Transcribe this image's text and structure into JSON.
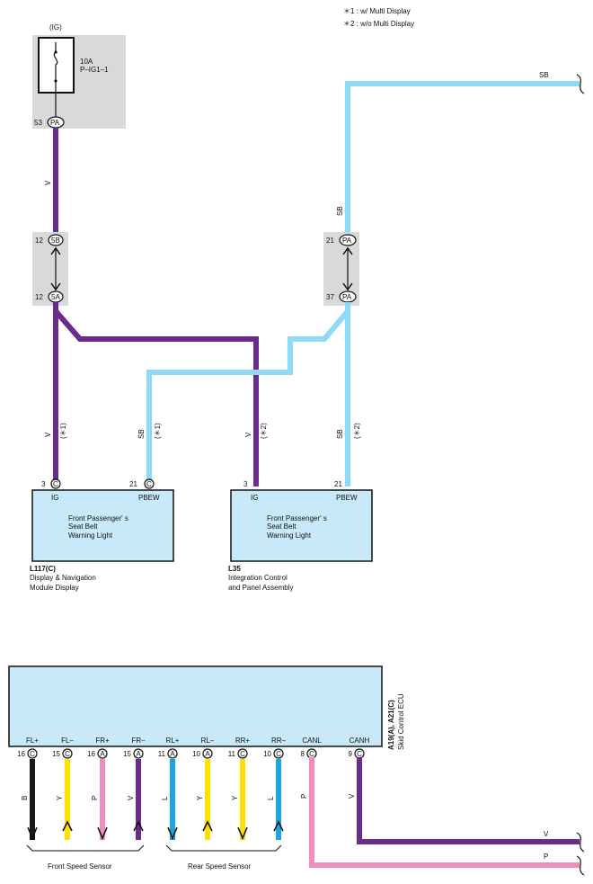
{
  "notes": {
    "note1": "＊1 : w/ Multi Display",
    "note2": "＊2 : w/o Multi Display"
  },
  "fuse": {
    "ig_label": "(IG)",
    "rating": "10A",
    "name": "P–IG1–1",
    "pin": "53",
    "connector": "PA"
  },
  "junction_left": {
    "top_pin": "12",
    "top_conn": "5B",
    "bottom_pin": "12",
    "bottom_conn": "5A"
  },
  "junction_right": {
    "top_pin": "21",
    "top_conn": "PA",
    "bottom_pin": "37",
    "bottom_conn": "PA"
  },
  "wires": {
    "sb_top": "SB",
    "v_upper": "V",
    "sb_upper_right": "SB",
    "v_mid_left": "V",
    "v_mid_left_note": "(＊1)",
    "sb_mid_left": "SB",
    "sb_mid_left_note": "(＊1)",
    "v_mid_right": "V",
    "v_mid_right_note": "(＊2)",
    "sb_mid_right": "SB",
    "sb_mid_right_note": "(＊2)",
    "bottom_v": "V",
    "bottom_p": "P"
  },
  "l117": {
    "ig_pin": "3",
    "ig_conn": "C",
    "ig_label": "IG",
    "pbew_pin": "21",
    "pbew_conn": "C",
    "pbew_label": "PBEW",
    "line1": "Front Passenger' s",
    "line2": "Seat Belt",
    "line3": "Warning Light",
    "code": "L117(C)",
    "name1": "Display & Navigation",
    "name2": "Module Display"
  },
  "l35": {
    "ig_pin": "3",
    "ig_label": "IG",
    "pbew_pin": "21",
    "pbew_label": "PBEW",
    "line1": "Front Passenger' s",
    "line2": "Seat Belt",
    "line3": "Warning Light",
    "code": "L35",
    "name1": "Integration Control",
    "name2": "and Panel Assembly"
  },
  "ecu": {
    "code": "A19(A), A21(C)",
    "name": "Skid Control ECU",
    "pins": [
      {
        "label": "FL+",
        "pin": "16",
        "conn": "C",
        "wire": "B",
        "color": "#1a1a1a"
      },
      {
        "label": "FL–",
        "pin": "15",
        "conn": "C",
        "wire": "Y",
        "color": "#ffe000"
      },
      {
        "label": "FR+",
        "pin": "16",
        "conn": "A",
        "wire": "P",
        "color": "#f08cc0"
      },
      {
        "label": "FR–",
        "pin": "15",
        "conn": "A",
        "wire": "V",
        "color": "#6a2a8e"
      },
      {
        "label": "RL+",
        "pin": "11",
        "conn": "A",
        "wire": "L",
        "color": "#1aa6e0"
      },
      {
        "label": "RL–",
        "pin": "10",
        "conn": "A",
        "wire": "Y",
        "color": "#ffe000"
      },
      {
        "label": "RR+",
        "pin": "11",
        "conn": "C",
        "wire": "Y",
        "color": "#ffe000"
      },
      {
        "label": "RR–",
        "pin": "10",
        "conn": "C",
        "wire": "L",
        "color": "#1aa6e0"
      },
      {
        "label": "CANL",
        "pin": "8",
        "conn": "C",
        "wire": "P",
        "color": "#f08cc0"
      },
      {
        "label": "CANH",
        "pin": "9",
        "conn": "C",
        "wire": "V",
        "color": "#6a2a8e"
      }
    ],
    "front_group": "Front Speed Sensor",
    "rear_group": "Rear Speed Sensor"
  },
  "colors": {
    "violet": "#6a2a8e",
    "sky_blue": "#8fd8f6",
    "pink": "#f08cc0",
    "box_fill": "#c8e9fa",
    "junction_fill": "#d9d9d9"
  }
}
